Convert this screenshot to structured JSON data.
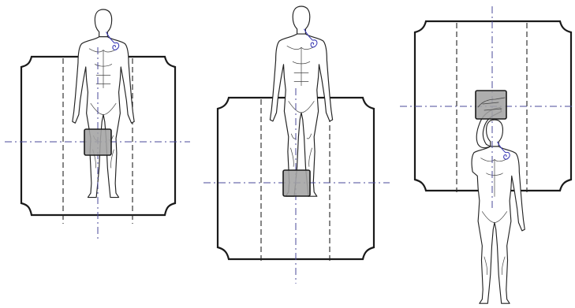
{
  "figure": {
    "panels": [
      {
        "id": "panel-1",
        "view": "supine-knee",
        "detector": "knee"
      },
      {
        "id": "panel-2",
        "view": "supine-lower-leg",
        "detector": "lower-leg"
      },
      {
        "id": "panel-3",
        "view": "arm-raised-hand",
        "detector": "hand"
      }
    ],
    "colors": {
      "outline": "#1a1a1a",
      "centerline": "#4a4a9a",
      "detector_fill": "#a3a3a3",
      "pacemaker_lead": "#3a3ab5"
    },
    "icons": [
      "human-figure",
      "pacemaker-icon",
      "detector-plate"
    ]
  }
}
